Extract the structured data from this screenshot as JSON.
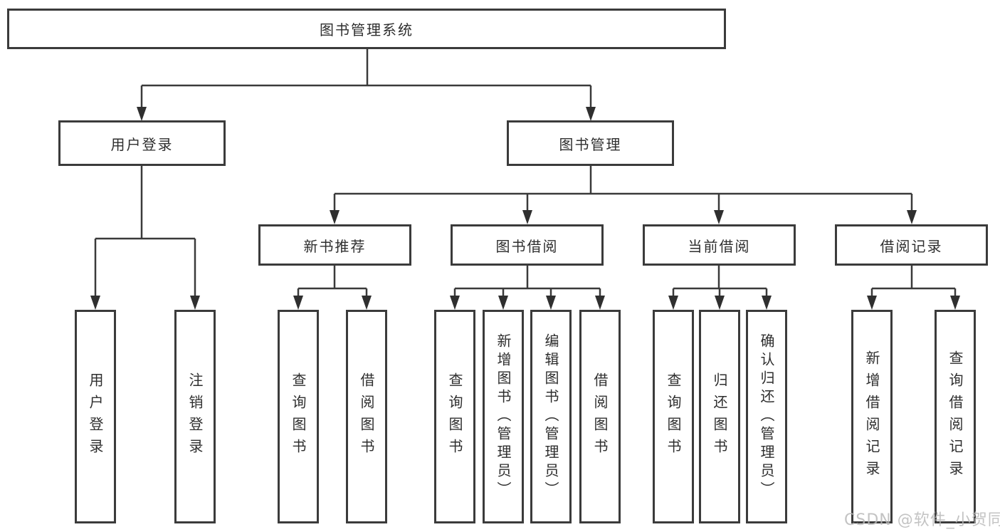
{
  "diagram": {
    "root": {
      "label": "图书管理系统"
    },
    "branches": [
      {
        "label": "用户登录",
        "children": [
          {
            "label": "用户登录"
          },
          {
            "label": "注销登录"
          }
        ]
      },
      {
        "label": "图书管理",
        "children": [
          {
            "label": "新书推荐",
            "children": [
              {
                "label": "查询图书"
              },
              {
                "label": "借阅图书"
              }
            ]
          },
          {
            "label": "图书借阅",
            "children": [
              {
                "label": "查询图书"
              },
              {
                "label": "新增图书（管理员）"
              },
              {
                "label": "编辑图书（管理员）"
              },
              {
                "label": "借阅图书"
              }
            ]
          },
          {
            "label": "当前借阅",
            "children": [
              {
                "label": "查询图书"
              },
              {
                "label": "归还图书"
              },
              {
                "label": "确认归还（管理员）"
              }
            ]
          },
          {
            "label": "借阅记录",
            "children": [
              {
                "label": "新增借阅记录"
              },
              {
                "label": "查询借阅记录"
              }
            ]
          }
        ]
      }
    ]
  },
  "watermark": {
    "text": "CSDN @软件_小贺同学"
  },
  "colors": {
    "line": "#3a3a3a",
    "border": "#3b3b3b",
    "text": "#2e2e2e",
    "watermark": "#b9b9b9"
  }
}
